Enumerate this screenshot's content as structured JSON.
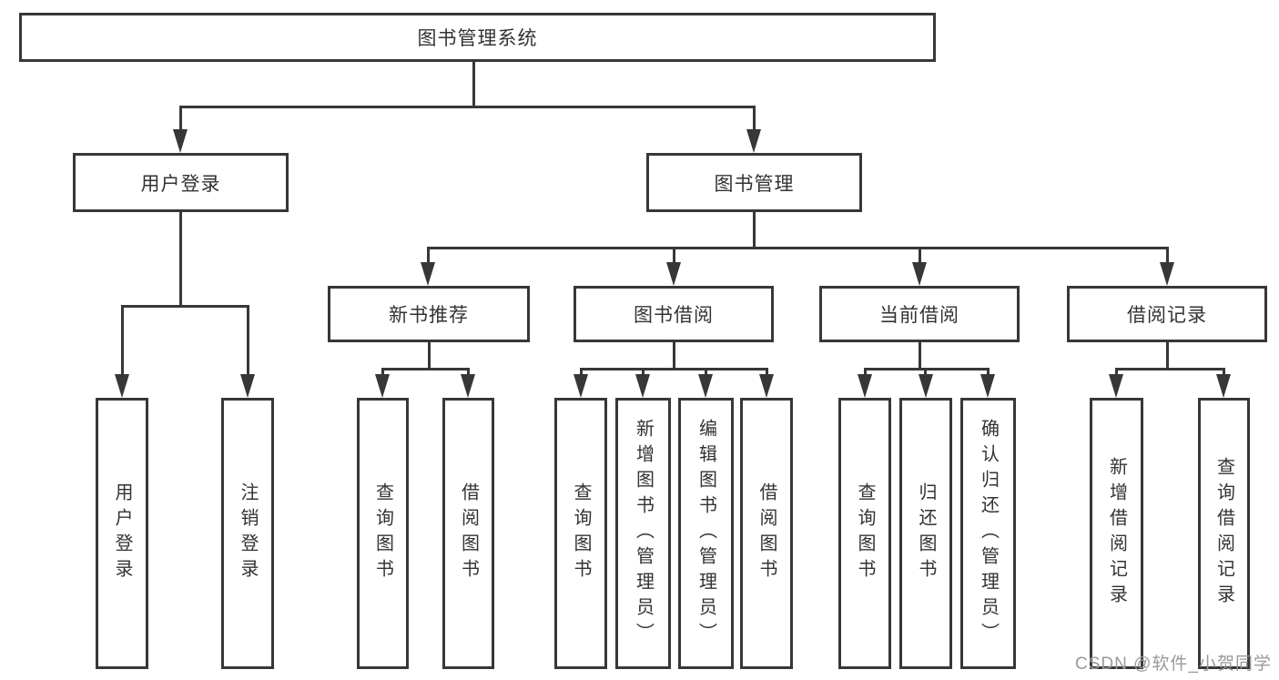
{
  "watermark": "CSDN @软件_小贺同学",
  "colors": {
    "line": "#373737",
    "text": "#333333",
    "watermark": "#9a9a9a",
    "background": "#ffffff"
  },
  "tree": {
    "label": "图书管理系统",
    "children": [
      {
        "label": "用户登录",
        "children": [
          {
            "label": "用户登录"
          },
          {
            "label": "注销登录"
          }
        ]
      },
      {
        "label": "图书管理",
        "children": [
          {
            "label": "新书推荐",
            "children": [
              {
                "label": "查询图书"
              },
              {
                "label": "借阅图书"
              }
            ]
          },
          {
            "label": "图书借阅",
            "children": [
              {
                "label": "查询图书"
              },
              {
                "label": "新增图书（管理员）"
              },
              {
                "label": "编辑图书（管理员）"
              },
              {
                "label": "借阅图书"
              }
            ]
          },
          {
            "label": "当前借阅",
            "children": [
              {
                "label": "查询图书"
              },
              {
                "label": "归还图书"
              },
              {
                "label": "确认归还（管理员）"
              }
            ]
          },
          {
            "label": "借阅记录",
            "children": [
              {
                "label": "新增借阅记录"
              },
              {
                "label": "查询借阅记录"
              }
            ]
          }
        ]
      }
    ]
  }
}
